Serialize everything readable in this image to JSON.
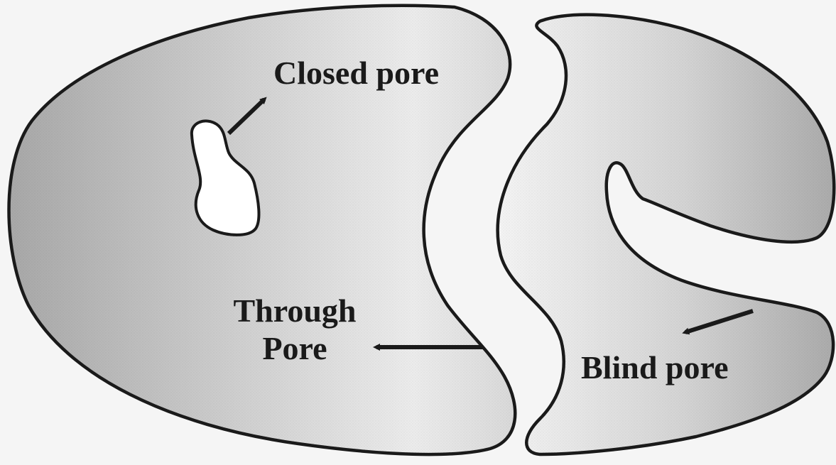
{
  "labels": {
    "closed_pore": "Closed pore",
    "through_pore_line1": "Through",
    "through_pore_line2": "Pore",
    "blind_pore": "Blind pore"
  },
  "colors": {
    "background": "#f5f5f5",
    "grain_fill_light": "#f4f4f4",
    "grain_fill_mid": "#d6d6d6",
    "grain_fill_dark": "#a9a9a9",
    "outline": "#1a1a1a",
    "pore_fill": "#ffffff"
  }
}
